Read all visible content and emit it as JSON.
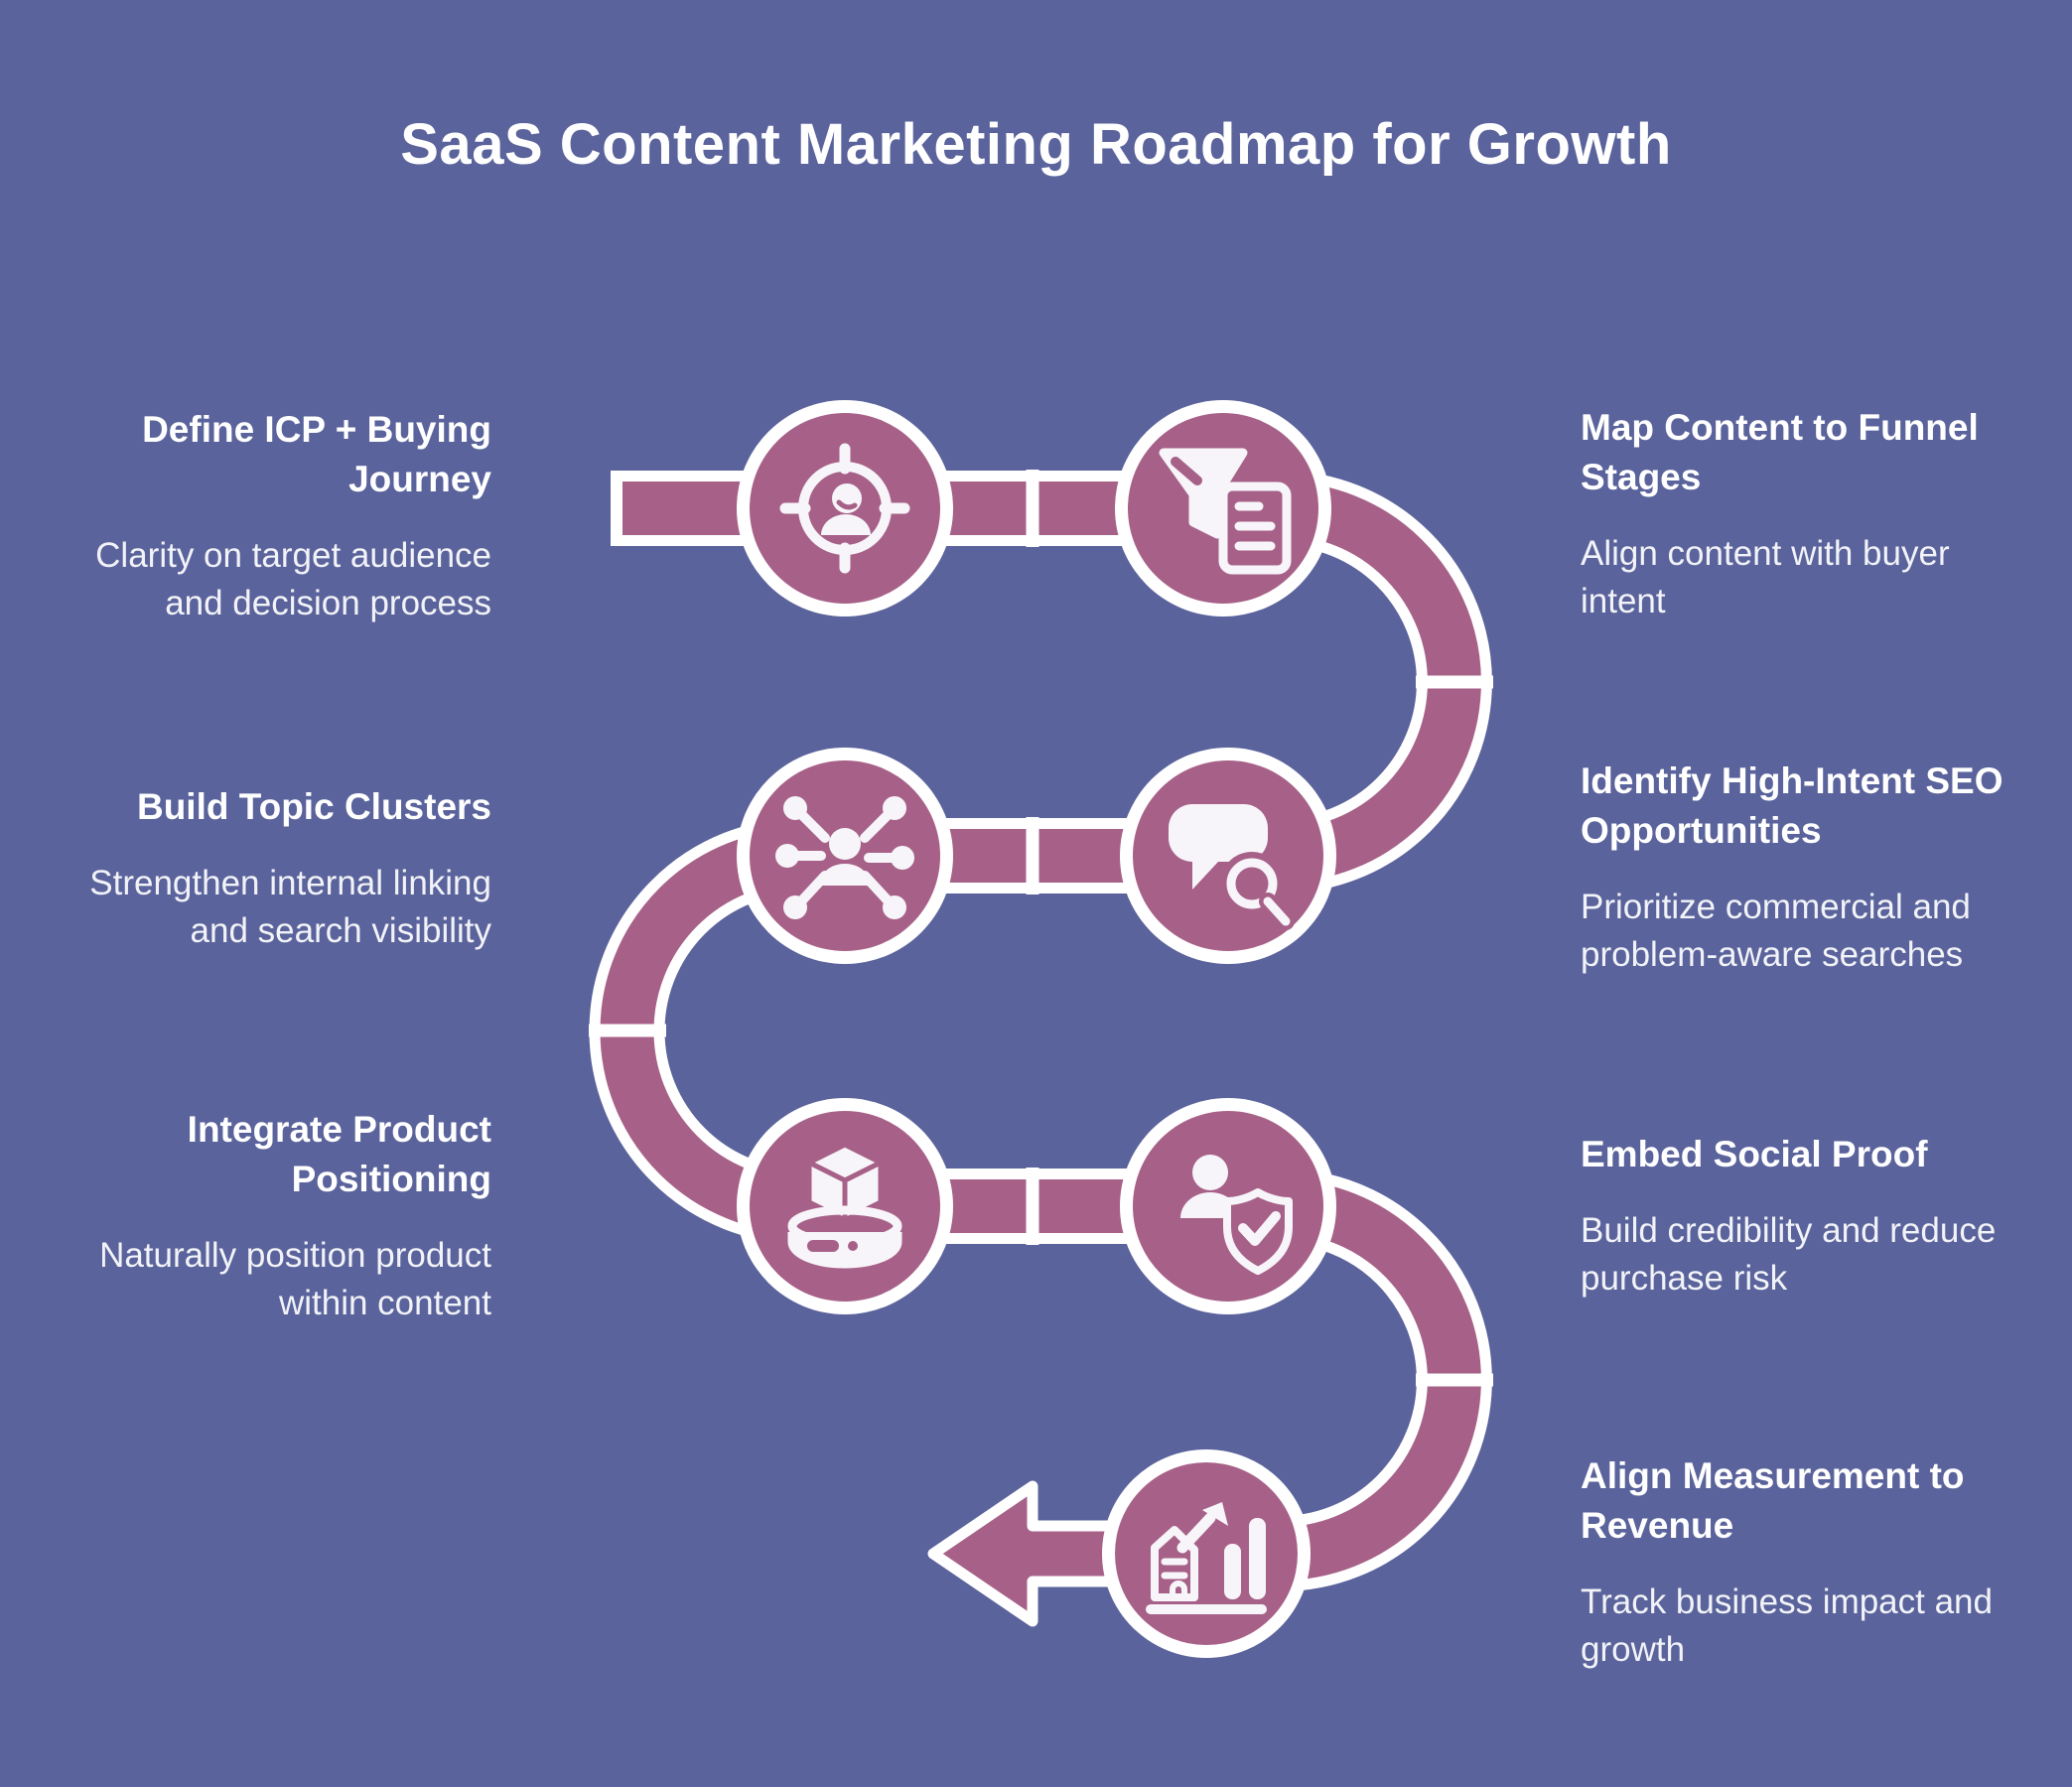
{
  "title": "SaaS Content Marketing Roadmap for Growth",
  "colors": {
    "background": "#5a639b",
    "path": "#a76188",
    "outline": "#ffffff",
    "icon": "#f7f5f9",
    "text": "#ffffff"
  },
  "steps": [
    {
      "side": "left",
      "row": 1,
      "icon": "target-audience-icon",
      "heading": "Define ICP + Buying Journey",
      "description": "Clarity on target audience and decision process"
    },
    {
      "side": "right",
      "row": 1,
      "icon": "funnel-document-icon",
      "heading": "Map Content to Funnel Stages",
      "description": "Align content with buyer intent"
    },
    {
      "side": "right",
      "row": 2,
      "icon": "chat-search-icon",
      "heading": "Identify High-Intent SEO Opportunities",
      "description": "Prioritize commercial and problem-aware searches"
    },
    {
      "side": "left",
      "row": 2,
      "icon": "topic-cluster-icon",
      "heading": "Build Topic Clusters",
      "description": "Strengthen internal linking and search visibility"
    },
    {
      "side": "left",
      "row": 3,
      "icon": "product-box-icon",
      "heading": "Integrate Product Positioning",
      "description": "Naturally position product within content"
    },
    {
      "side": "right",
      "row": 3,
      "icon": "social-proof-shield-icon",
      "heading": "Embed Social Proof",
      "description": "Build credibility and reduce purchase risk"
    },
    {
      "side": "right",
      "row": 4,
      "icon": "growth-chart-icon",
      "heading": "Align Measurement to Revenue",
      "description": "Track business impact and growth"
    }
  ]
}
